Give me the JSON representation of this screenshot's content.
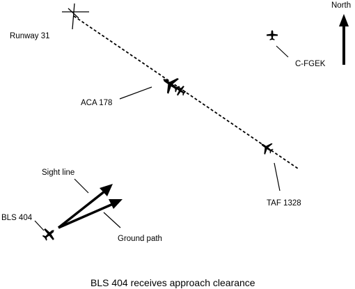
{
  "labels": {
    "runway": "Runway 31",
    "north": "North",
    "cfgek": "C-FGEK",
    "aca178": "ACA 178",
    "taf1328": "TAF 1328",
    "sight_line": "Sight line",
    "bls404": "BLS 404",
    "ground_path": "Ground path"
  },
  "caption": "BLS 404 receives approach clearance",
  "icons": {
    "large_aircraft": "airliner-icon",
    "small_aircraft": "small-plane-icon",
    "north_arrow": "north-arrow-icon",
    "runway": "runway-icon"
  },
  "colors": {
    "ink": "#000000",
    "background": "#ffffff"
  }
}
